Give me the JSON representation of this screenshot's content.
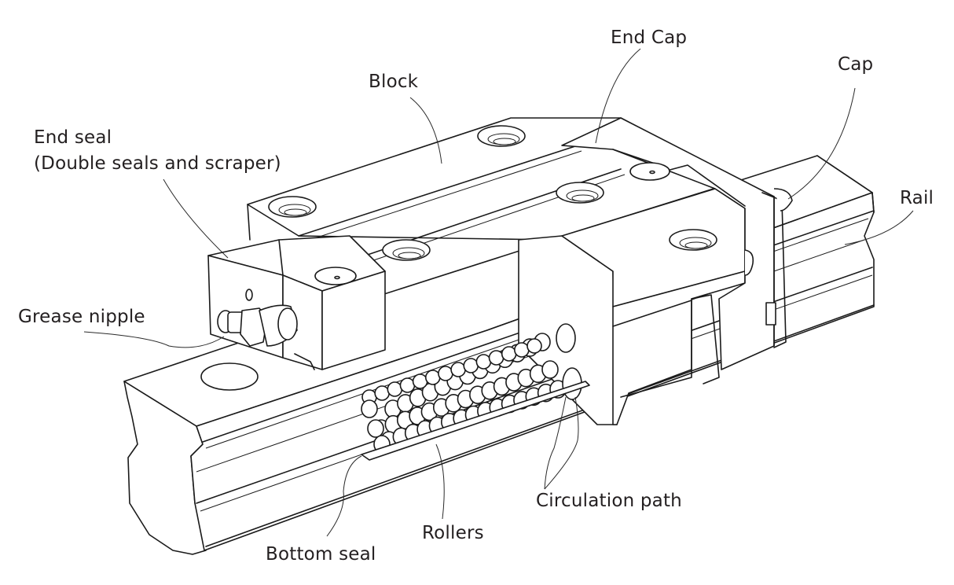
{
  "diagram": {
    "subject": "Linear guide (roller type) exploded/cutaway view",
    "ink_color": "#1a1a1a",
    "background_color": "#ffffff",
    "labels": {
      "end_seal_line1": "End seal",
      "end_seal_line2": "(Double seals and scraper)",
      "block": "Block",
      "end_cap": "End Cap",
      "cap": "Cap",
      "rail": "Rail",
      "grease_nipple": "Grease nipple",
      "bottom_seal": "Bottom seal",
      "rollers": "Rollers",
      "circulation_path": "Circulation path"
    }
  }
}
